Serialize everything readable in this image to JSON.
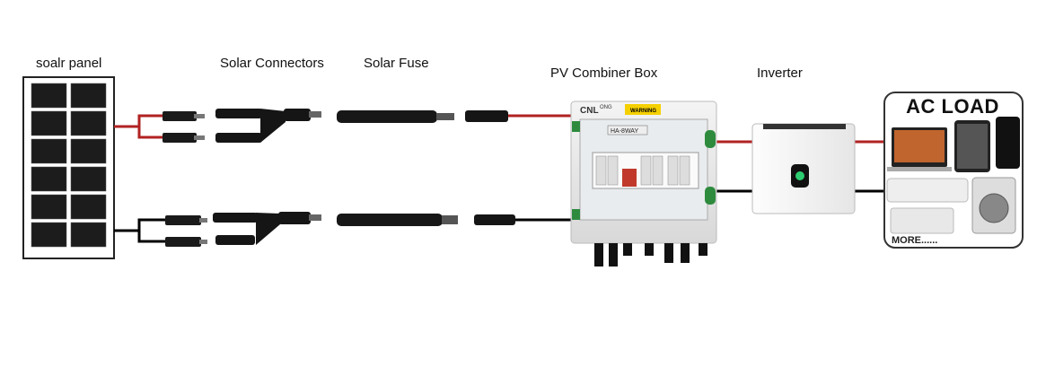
{
  "labels": {
    "solar_panel": "soalr panel",
    "connectors": "Solar Connectors",
    "fuse": "Solar Fuse",
    "combiner": "PV Combiner Box",
    "inverter": "Inverter"
  },
  "combiner_box": {
    "brand": "CNL",
    "brand_sup": "ONG",
    "warning": "WARNING",
    "model": "HA-8WAY"
  },
  "ac_load": {
    "title": "AC LOAD",
    "more": "MORE......"
  },
  "colors": {
    "positive_wire": "#b22222",
    "negative_wire": "#000000",
    "panel_frame": "#222222",
    "panel_cell": "#1a1a1a"
  }
}
